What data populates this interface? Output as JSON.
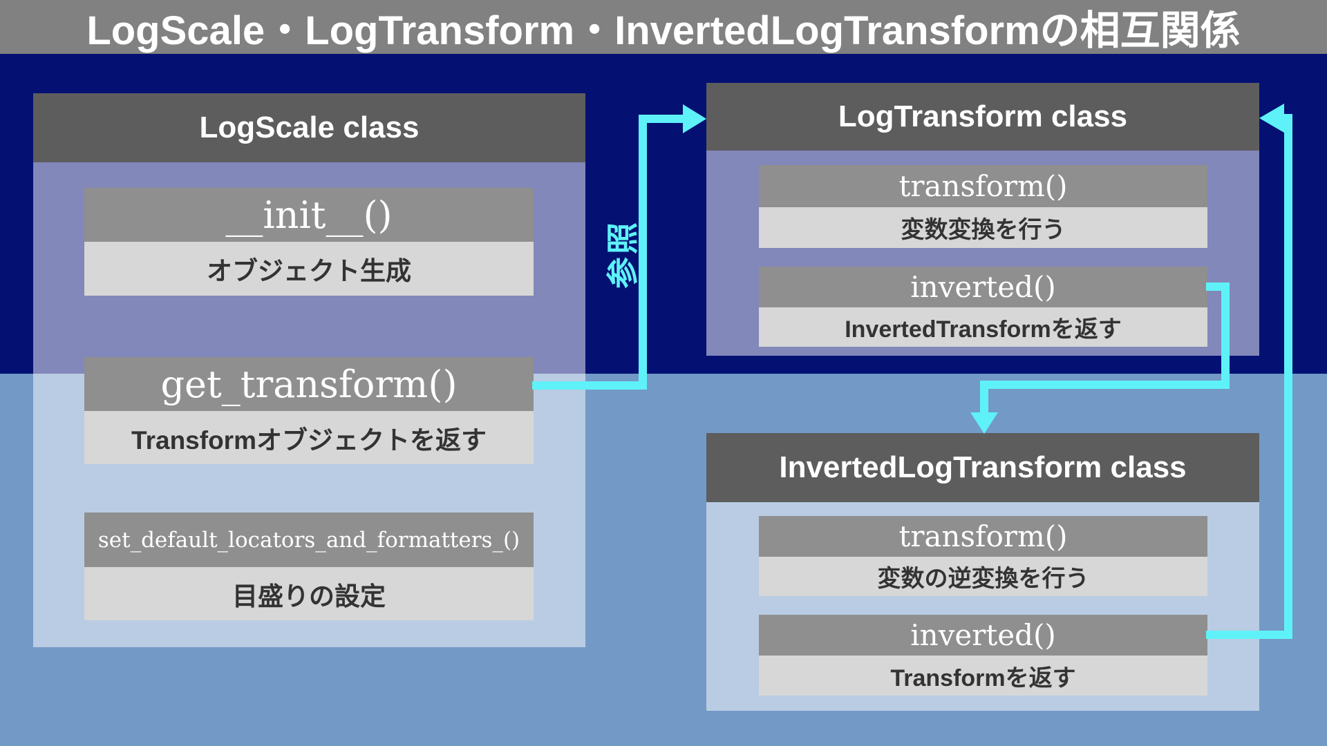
{
  "title": "LogScale・LogTransform・InvertedLogTransformの相互関係",
  "reference_label": "参照",
  "colors": {
    "background_top": "#041173",
    "background_bottom": "#7399c6",
    "title_bar": "#818181",
    "class_header": "#5d5d5d",
    "class_body": "rgba(255,255,255,0.5)",
    "method_header": "#8f8f8f",
    "method_desc_bg": "#d7d7d7",
    "arrow": "#5ef2f8"
  },
  "classes": {
    "logscale": {
      "title": "LogScale class",
      "methods": [
        {
          "name": "__init__()",
          "desc": "オブジェクト生成"
        },
        {
          "name": "get_transform()",
          "desc": "Transformオブジェクトを返す"
        },
        {
          "name": "set_default_locators_and_formatters_()",
          "desc": "目盛りの設定"
        }
      ]
    },
    "logtransform": {
      "title": "LogTransform class",
      "methods": [
        {
          "name": "transform()",
          "desc": "変数変換を行う"
        },
        {
          "name": "inverted()",
          "desc": "InvertedTransformを返す"
        }
      ]
    },
    "invertedlogtransform": {
      "title": "InvertedLogTransform class",
      "methods": [
        {
          "name": "transform()",
          "desc": "変数の逆変換を行う"
        },
        {
          "name": "inverted()",
          "desc": "Transformを返す"
        }
      ]
    }
  }
}
